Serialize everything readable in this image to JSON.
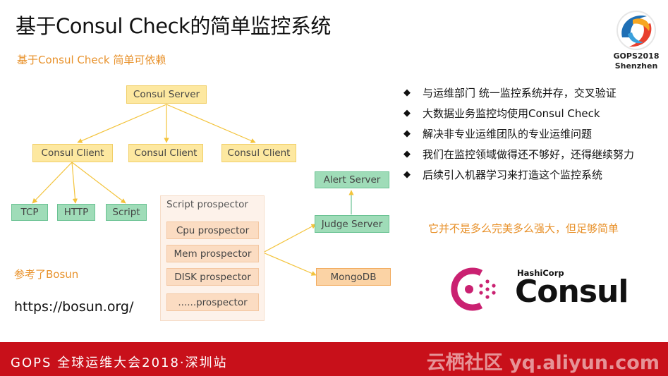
{
  "slide": {
    "title": "基于Consul Check的简单监控系统",
    "subtitle": "基于Consul Check 简单可依赖"
  },
  "diagram": {
    "server": "Consul  Server",
    "clients": [
      "Consul  Client",
      "Consul Client",
      "Consul Client"
    ],
    "checks": [
      "TCP",
      "HTTP",
      "Script"
    ],
    "script_prospector": {
      "title": "Script prospector",
      "items": [
        "Cpu prospector",
        "Mem prospector",
        "DISK prospector",
        "......prospector"
      ]
    },
    "alert_server": "Alert Server",
    "judge_server": "Judge  Server",
    "mongodb": "MongoDB"
  },
  "bullets": [
    "与运维部门 统一监控系统并存，交叉验证",
    "大数据业务监控均使用Consul Check",
    "解决非专业运维团队的专业运维问题",
    "我们在监控领域做得还不够好，还得继续努力",
    "后续引入机器学习来打造这个监控系统"
  ],
  "note": "它并不是多么完美多么强大，但足够简单",
  "reference": {
    "label": "参考了Bosun",
    "url": "https://bosun.org/"
  },
  "logos": {
    "gops_year": "GOPS2018",
    "gops_city": "Shenzhen",
    "hashicorp": "HashiCorp",
    "consul": "Consul"
  },
  "footer": {
    "event": "GOPS 全球运维大会2018·深圳站",
    "brand": "云栖社区 yq.aliyun.com"
  },
  "colors": {
    "accent_orange": "#e8912a",
    "footer_red": "#c8101a",
    "box_yellow": "#fde8a0",
    "box_green": "#9fdcb8",
    "consul_red": "#ca2171"
  }
}
